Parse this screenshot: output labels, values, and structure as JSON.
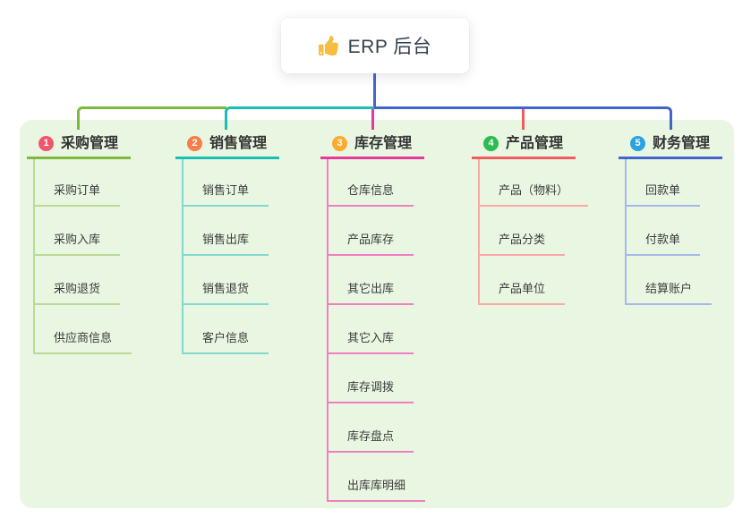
{
  "root": {
    "label": "ERP 后台",
    "icon": "thumbs-up-icon"
  },
  "branches": [
    {
      "num": "1",
      "title": "采购管理",
      "badge_color": "#f2566d",
      "line_color": "#7cba3d",
      "sub_color": "#bada95",
      "items": [
        "采购订单",
        "采购入库",
        "采购退货",
        "供应商信息"
      ]
    },
    {
      "num": "2",
      "title": "销售管理",
      "badge_color": "#f87e48",
      "line_color": "#1abfb1",
      "sub_color": "#83d9ce",
      "items": [
        "销售订单",
        "销售出库",
        "销售退货",
        "客户信息"
      ]
    },
    {
      "num": "3",
      "title": "库存管理",
      "badge_color": "#fbab2e",
      "line_color": "#e8389b",
      "sub_color": "#f07fc1",
      "items": [
        "仓库信息",
        "产品库存",
        "其它出库",
        "其它入库",
        "库存调拨",
        "库存盘点",
        "出库库明细"
      ]
    },
    {
      "num": "4",
      "title": "产品管理",
      "badge_color": "#2cbb4e",
      "line_color": "#f25b60",
      "sub_color": "#f8a8a8",
      "items": [
        "产品（物料）",
        "产品分类",
        "产品单位"
      ]
    },
    {
      "num": "5",
      "title": "财务管理",
      "badge_color": "#2ba3e2",
      "line_color": "#4164cd",
      "sub_color": "#a6b8e9",
      "items": [
        "回款单",
        "付款单",
        "结算账户"
      ]
    }
  ],
  "colors": {
    "root_line": "#4a63d0",
    "panel_bg": "#e9f6e2",
    "card_bg": "#ffffff",
    "text_dark": "#333333",
    "thumb_yellow": "#f6bd40"
  }
}
